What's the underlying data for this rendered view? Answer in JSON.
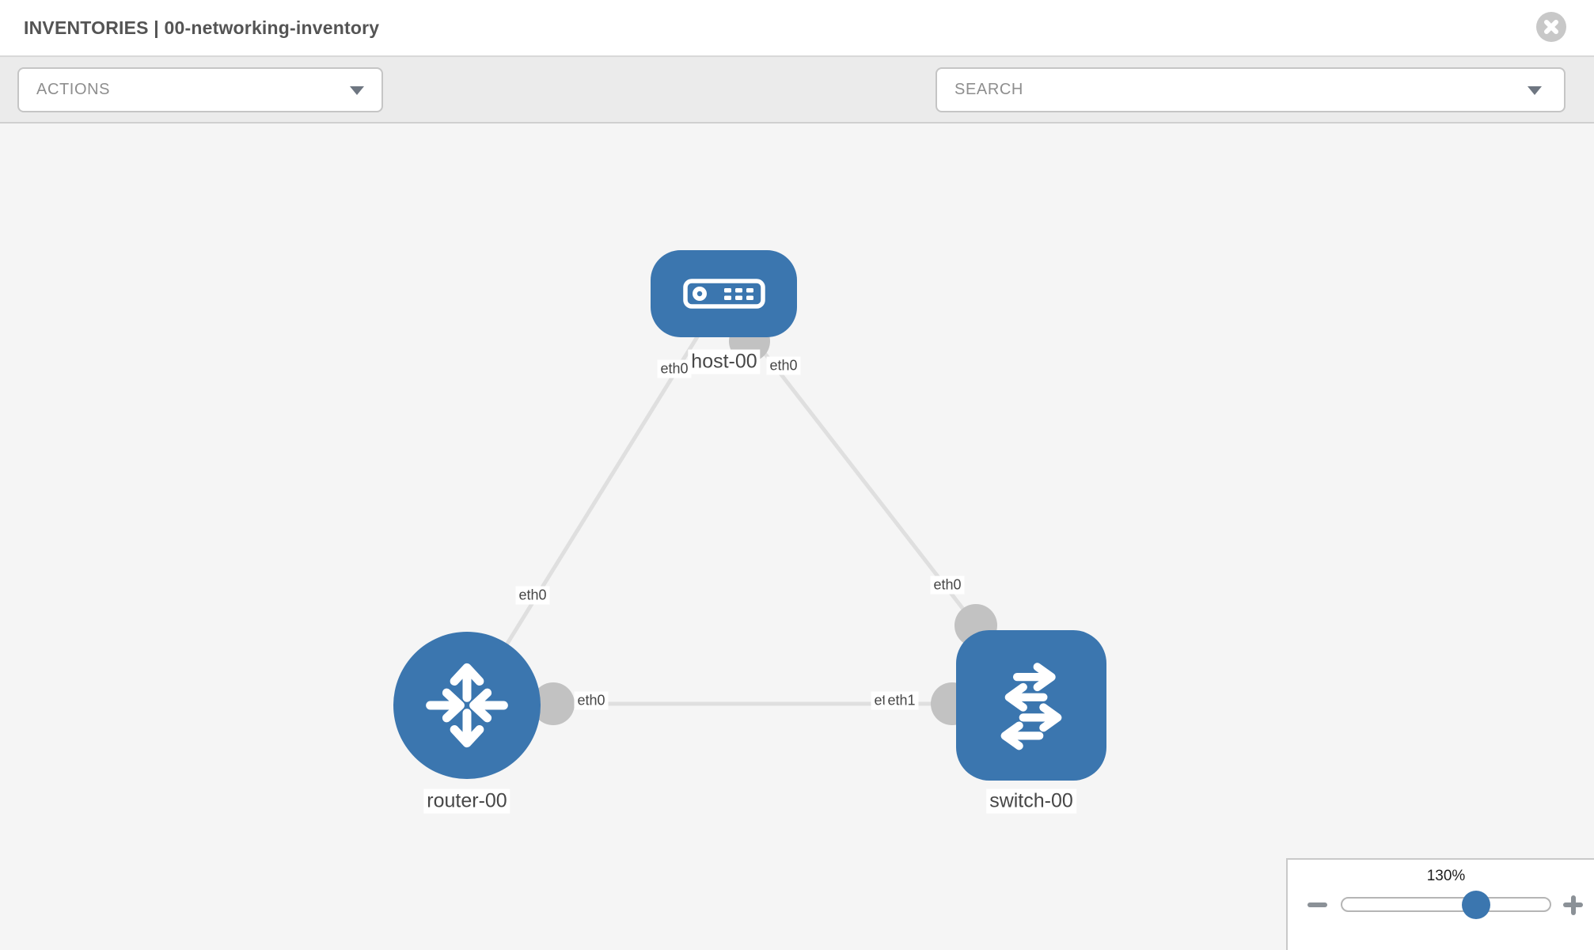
{
  "header": {
    "title": "INVENTORIES | 00-networking-inventory",
    "close_icon": "close-icon"
  },
  "toolbar": {
    "actions_dropdown": {
      "placeholder": "ACTIONS"
    },
    "search_dropdown": {
      "placeholder": "SEARCH"
    },
    "icons": [
      "wrench-icon",
      "key-icon"
    ]
  },
  "topology": {
    "nodes": [
      {
        "label": "host-00",
        "type": "host",
        "icon": "host-device-icon"
      },
      {
        "label": "router-00",
        "type": "router",
        "icon": "router-arrows-icon"
      },
      {
        "label": "switch-00",
        "type": "switch",
        "icon": "switch-arrows-icon"
      }
    ],
    "links": [
      {
        "source": "host-00",
        "target": "router-00",
        "source_label": "eth0",
        "target_label": "eth0"
      },
      {
        "source": "host-00",
        "target": "switch-00",
        "source_label": "eth0",
        "target_label": "eth0"
      },
      {
        "source": "router-00",
        "target": "switch-00",
        "source_label": "eth0",
        "target_label": "eth1",
        "target_label_under": "eth0"
      }
    ]
  },
  "zoom_control": {
    "level": "130%",
    "icons": [
      "minus-icon",
      "plus-icon"
    ]
  },
  "colors": {
    "node_blue": "#3b76af",
    "link_gray": "#dfdfdf",
    "connector_gray": "#c2c2c2",
    "canvas_bg": "#f5f5f5",
    "toolbar_bg": "#ebebeb"
  }
}
